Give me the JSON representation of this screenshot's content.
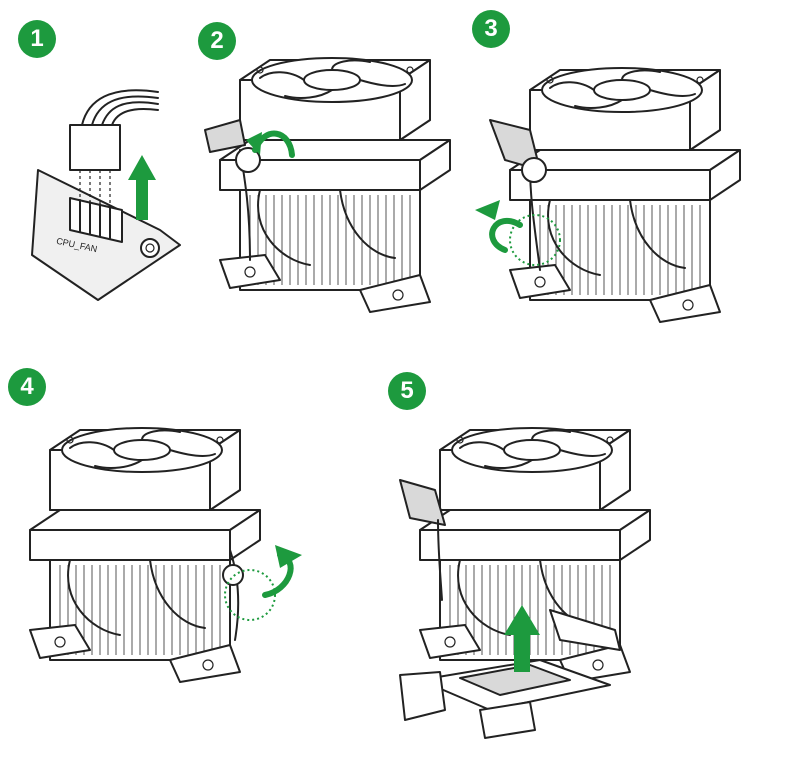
{
  "steps": [
    {
      "number": "1"
    },
    {
      "number": "2"
    },
    {
      "number": "3"
    },
    {
      "number": "4"
    },
    {
      "number": "5"
    }
  ],
  "connector_label": "CPU_FAN",
  "colors": {
    "accent": "#1d9a3e",
    "line": "#222222",
    "fill": "#ffffff"
  }
}
